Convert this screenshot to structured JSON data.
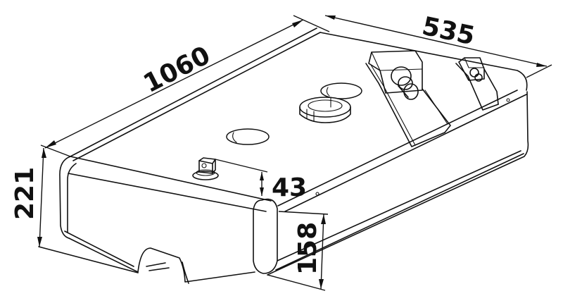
{
  "figure": {
    "subject": "tank",
    "view": "isometric line drawing",
    "line_color": "#111111",
    "background": "#ffffff"
  },
  "dimensions": {
    "length": {
      "label": "1060",
      "axis": "length"
    },
    "width": {
      "label": "535",
      "axis": "width"
    },
    "total_height": {
      "label": "221",
      "axis": "height"
    },
    "fitting_height": {
      "label": "43",
      "axis": "fitting height"
    },
    "body_height": {
      "label": "158",
      "axis": "body height"
    }
  },
  "features": {
    "top_openings": [
      "small-round-opening",
      "split-ring-filler-neck",
      "upper-round-opening"
    ],
    "fittings": [
      "square-cap-fitting",
      "large-bracket-with-cylinder-fitting",
      "small-bracket-with-cylinder-fitting"
    ],
    "bottom": [
      "bottom-recess-notch"
    ]
  }
}
